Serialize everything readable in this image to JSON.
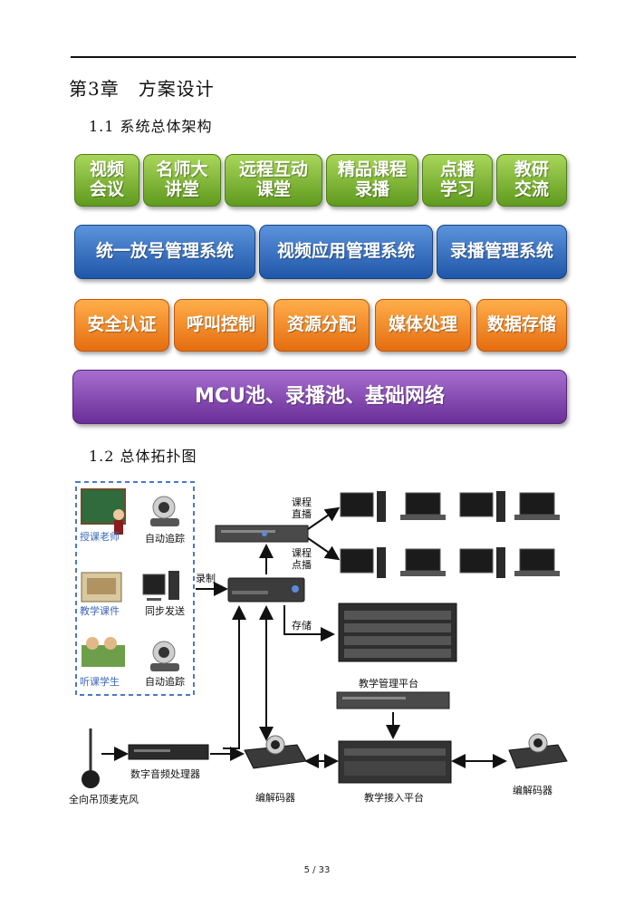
{
  "chapter": "第3章　方案设计",
  "section1": "1.1 系统总体架构",
  "section2": "1.2 总体拓扑图",
  "arch": {
    "row1": [
      "视频\n会议",
      "名师大\n讲堂",
      "远程互动\n课堂",
      "精品课程\n录播",
      "点播\n学习",
      "教研\n交流"
    ],
    "row2": [
      "统一放号管理系统",
      "视频应用管理系统",
      "录播管理系统"
    ],
    "row3": [
      "安全认证",
      "呼叫控制",
      "资源分配",
      "媒体处理",
      "数据存储"
    ],
    "row4": "MCU池、录播池、基础网络"
  },
  "topology": {
    "teacher": "授课老师",
    "courseware": "教学课件",
    "students": "听课学生",
    "auto_track_1": "自动追踪",
    "sync_send": "同步发送",
    "auto_track_2": "自动追踪",
    "record": "录制",
    "live": "课程\n直播",
    "vod": "课程\n点播",
    "storage": "存储",
    "mgmt_platform": "教学管理平台",
    "mic": "全向吊顶麦克风",
    "audio_proc": "数字音频处理器",
    "codec_1": "编解码器",
    "access_platform": "教学接入平台",
    "codec_2": "编解码器"
  },
  "footer": "5 / 33"
}
